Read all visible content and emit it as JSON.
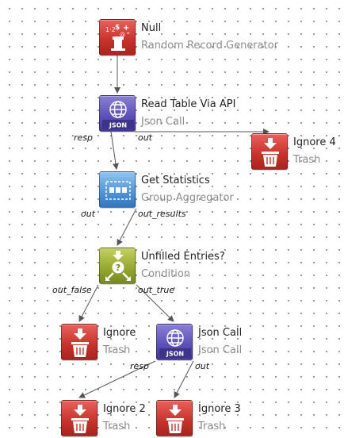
{
  "nodes": {
    "null_node": {
      "title": "Null",
      "subtitle": "Random Record Generator"
    },
    "read_table": {
      "title": "Read Table Via API",
      "subtitle": "Json Call",
      "badge": "JSON"
    },
    "ignore4": {
      "title": "Ignore 4",
      "subtitle": "Trash"
    },
    "get_stats": {
      "title": "Get Statistics",
      "subtitle": "Group Aggregator"
    },
    "unfilled": {
      "title": "Unfilled Entries?",
      "subtitle": "Condition"
    },
    "ignore": {
      "title": "Ignore",
      "subtitle": "Trash"
    },
    "json_call": {
      "title": "Json Call",
      "subtitle": "Json Call",
      "badge": "JSON"
    },
    "ignore2": {
      "title": "Ignore 2",
      "subtitle": "Trash"
    },
    "ignore3": {
      "title": "Ignore 3",
      "subtitle": "Trash"
    }
  },
  "ports": {
    "read_resp": "resp",
    "read_out": "out",
    "stats_out": "out",
    "stats_out_results": "out_results",
    "cond_out_false": "out_false",
    "cond_out_true": "out_true",
    "json_resp": "resp",
    "json_out": "out"
  },
  "colors": {
    "trash": "#c5322b",
    "json": "#5b4fb6",
    "aggregator": "#4e93d8",
    "condition": "#94a62f",
    "generator": "#c5322b",
    "wire": "#555555",
    "subtitle": "#8c8c8c"
  },
  "icons": {
    "null_node": "magic-hat-icon",
    "read_table": "globe-icon",
    "ignore4": "trash-icon",
    "get_stats": "aggregator-icon",
    "unfilled": "question-icon",
    "ignore": "trash-icon",
    "json_call": "globe-icon",
    "ignore2": "trash-icon",
    "ignore3": "trash-icon"
  }
}
